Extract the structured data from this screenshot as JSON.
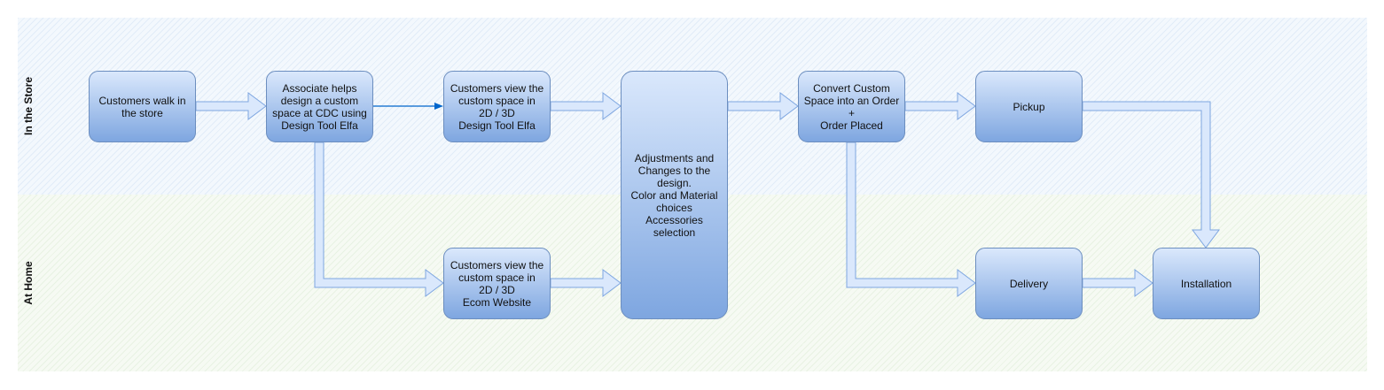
{
  "lanes": {
    "store": "In the Store",
    "home": "At Home"
  },
  "nodes": {
    "walk_in": "Customers walk in the store",
    "associate": "Associate helps design a custom space at CDC using Design Tool Elfa",
    "view_store": "Customers view the custom space in\n2D / 3D\nDesign Tool Elfa",
    "view_home": "Customers view the custom space in\n2D / 3D\nEcom Website",
    "adjustments": "Adjustments and Changes to the design.\nColor and Material choices\nAccessories selection",
    "convert": "Convert Custom Space into an Order\n+\nOrder Placed",
    "pickup": "Pickup",
    "delivery": "Delivery",
    "installation": "Installation"
  },
  "colors": {
    "node_top": "#dae8fc",
    "node_bottom": "#7ea6e0",
    "node_border": "#6c8ebf",
    "arrow_fill": "#dae8fc",
    "arrow_stroke": "#7ea6e0",
    "connector": "#0066cc"
  }
}
